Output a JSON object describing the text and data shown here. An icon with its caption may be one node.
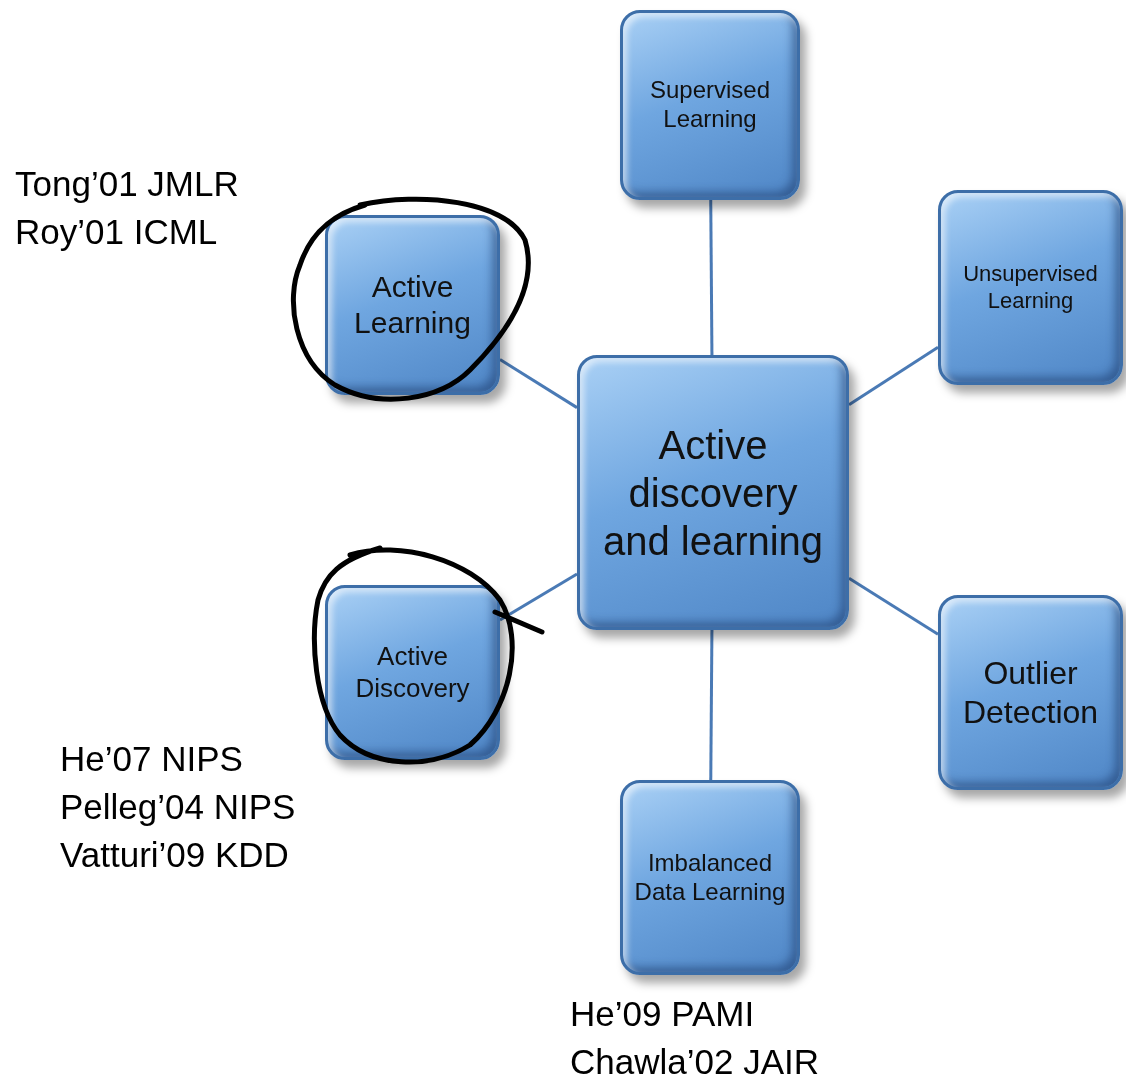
{
  "diagram": {
    "nodes": [
      {
        "text": [
          "Active discovery and learning"
        ]
      },
      {
        "text": [
          "Supervised Learning"
        ]
      },
      {
        "text": [
          "Unsupervised Learning"
        ]
      },
      {
        "text": [
          "Outlier Detection"
        ]
      },
      {
        "text": [
          "Imbalanced Data Learning"
        ],
        "beside": [
          "He’09 PAMI",
          "Chawla’02 JAIR"
        ]
      },
      {
        "text": [
          "Active Discovery"
        ],
        "beside": [
          "He’07 NIPS",
          "Pelleg’04 NIPS",
          "Vatturi’09 KDD"
        ]
      },
      {
        "text": [
          "Active Learning"
        ],
        "beside": [
          "Tong’01 JMLR",
          "Roy’01 ICML"
        ]
      }
    ],
    "edges": [
      {
        "from": 0,
        "to": 1,
        "arrow": "none"
      },
      {
        "from": 0,
        "to": 2,
        "arrow": "none"
      },
      {
        "from": 0,
        "to": 3,
        "arrow": "none"
      },
      {
        "from": 0,
        "to": 4,
        "arrow": "none"
      },
      {
        "from": 0,
        "to": 5,
        "arrow": "none"
      },
      {
        "from": 0,
        "to": 6,
        "arrow": "none"
      }
    ]
  }
}
